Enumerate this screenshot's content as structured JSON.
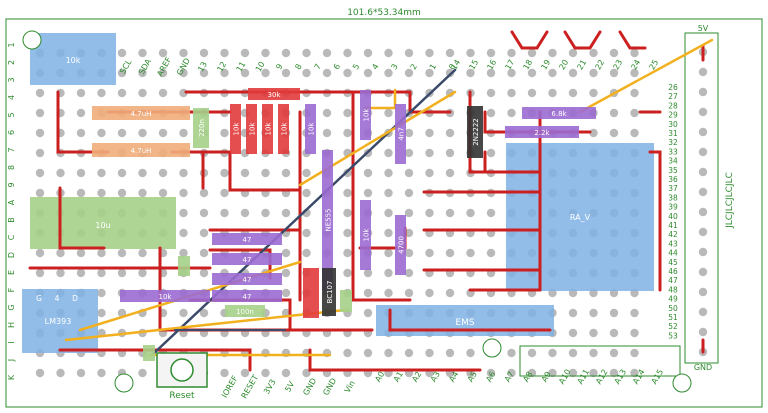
{
  "board": {
    "dimension_label": "101.6*53.34mm",
    "side_text": "JLCJLCJLCJLC",
    "power_5v": "5V",
    "power_gnd": "GND",
    "reset_label": "Reset",
    "tuner_label": "EMS",
    "colors": {
      "board": "#ffffff",
      "silk": "#2e8b2e",
      "pad": "#b9b9b9",
      "trace_red": "#cc1f1f",
      "wire_yellow": "#f2b01e",
      "wire_blue": "#3b4a6b",
      "resistor": "#9b6ad1",
      "header_blue": "#7fb2e5",
      "green_part": "#a6d08a",
      "orange_part": "#f0ad7a"
    }
  },
  "headers": {
    "top_left": [
      "SCL",
      "SDA",
      "AREF",
      "GND",
      "13",
      "12",
      "11",
      "10",
      "9",
      "8",
      "7",
      "6",
      "5",
      "4",
      "3",
      "2",
      "1",
      "0"
    ],
    "top_right": [
      "14",
      "15",
      "16",
      "17",
      "18",
      "19",
      "20",
      "21",
      "22",
      "23",
      "24",
      "25"
    ],
    "left_rows": [
      "1",
      "2",
      "3",
      "4",
      "5",
      "6",
      "7",
      "8",
      "9",
      "A",
      "B",
      "C",
      "D",
      "E",
      "F",
      "G",
      "H",
      "I",
      "J",
      "K"
    ],
    "bottom_power": [
      "IOREF",
      "RESET",
      "3V3",
      "5V",
      "GND",
      "GND",
      "Vin"
    ],
    "bottom_analog": [
      "A0",
      "A1",
      "A2",
      "A3",
      "A4",
      "A5",
      "A6",
      "A7",
      "A8",
      "A9",
      "A10",
      "A11",
      "A12",
      "A13",
      "A14",
      "A15"
    ],
    "right_digital": [
      "26",
      "27",
      "28",
      "29",
      "30",
      "31",
      "32",
      "33",
      "34",
      "35",
      "36",
      "37",
      "38",
      "39",
      "40",
      "41",
      "42",
      "43",
      "44",
      "45",
      "46",
      "47",
      "48",
      "49",
      "50",
      "51",
      "52",
      "53"
    ]
  },
  "components": {
    "pot_top": "10k",
    "inductor_1": "4.7uH",
    "inductor_2": "4.7uH",
    "cap_220n": "220n",
    "resistors_red": [
      "10k",
      "10k",
      "10k",
      "10k"
    ],
    "res_30k": "30k",
    "res_10k_a": "10k",
    "res_10k_b": "10k",
    "res_4n7": "4n7",
    "res_10k_c": "10k",
    "res_68k": "6.8k",
    "res_22k": "2.2k",
    "res_4700": "4700",
    "res_47_a": "47",
    "res_47_b": "47",
    "res_10k_d": "10k",
    "res_47_c": "47",
    "res_47_d": "47",
    "res_100n": "100n",
    "ne_lbl": "NE555",
    "tr_bc": "BC107",
    "ic_2n": "2N2222",
    "cap_10u": "10u",
    "r_right": "RA_V",
    "lm_lbl": "LM393",
    "lm_pins": [
      "G",
      "4",
      "D"
    ]
  }
}
